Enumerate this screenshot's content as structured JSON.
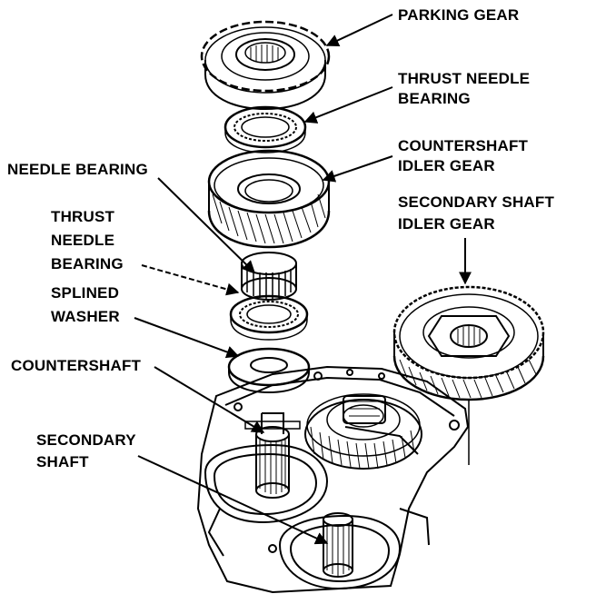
{
  "labels": {
    "parking_gear": "PARKING GEAR",
    "thrust_needle_bearing_top_1": "THRUST NEEDLE",
    "thrust_needle_bearing_top_2": "BEARING",
    "countershaft_idler_gear_1": "COUNTERSHAFT",
    "countershaft_idler_gear_2": "IDLER GEAR",
    "needle_bearing": "NEEDLE BEARING",
    "secondary_shaft_idler_gear_1": "SECONDARY SHAFT",
    "secondary_shaft_idler_gear_2": "IDLER GEAR",
    "thrust_needle_bearing_left_1": "THRUST",
    "thrust_needle_bearing_left_2": "NEEDLE",
    "thrust_needle_bearing_left_3": "BEARING",
    "splined_washer_1": "SPLINED",
    "splined_washer_2": "WASHER",
    "countershaft": "COUNTERSHAFT",
    "secondary_shaft_1": "SECONDARY",
    "secondary_shaft_2": "SHAFT"
  }
}
